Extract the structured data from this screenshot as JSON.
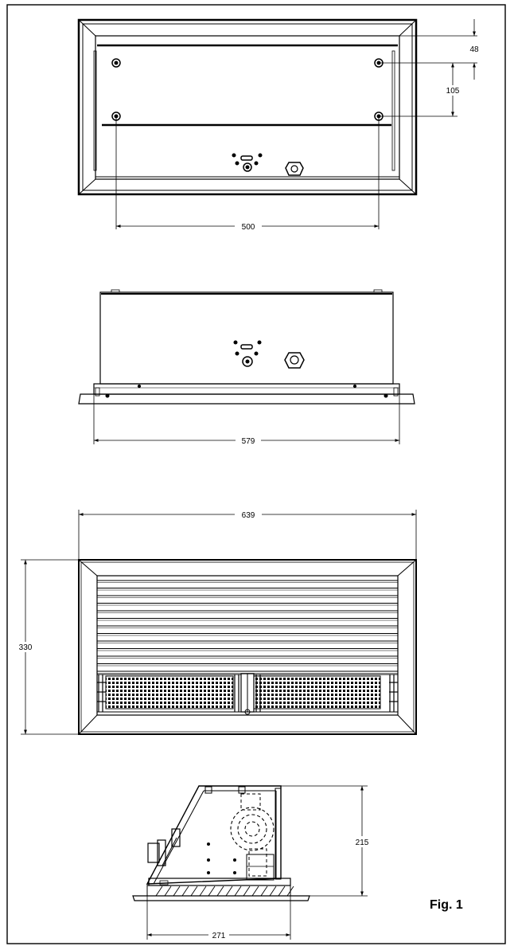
{
  "figure": {
    "caption": "Fig. 1",
    "views": [
      {
        "name": "rear-view",
        "dimensions": [
          "48",
          "105",
          "500"
        ]
      },
      {
        "name": "top-view",
        "dimensions": [
          "579"
        ]
      },
      {
        "name": "front-view",
        "dimensions": [
          "639",
          "330"
        ]
      },
      {
        "name": "side-view",
        "dimensions": [
          "215",
          "271"
        ]
      }
    ]
  },
  "colors": {
    "line": "#000000",
    "background": "#ffffff"
  }
}
